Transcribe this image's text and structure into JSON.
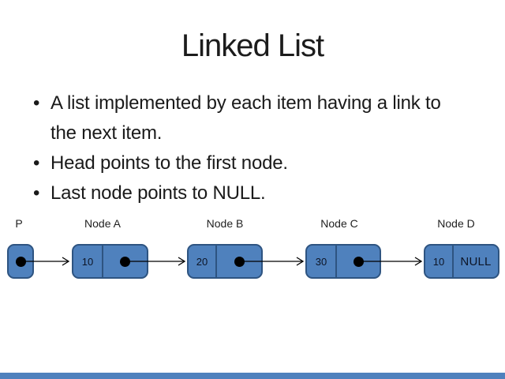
{
  "slide": {
    "title": "Linked List",
    "bullets": [
      "A list implemented by each item having a link to the next item.",
      "Head points to the first node.",
      "Last node points to NULL."
    ]
  },
  "diagram": {
    "pointer": {
      "label": "P"
    },
    "nodes": [
      {
        "label": "Node A",
        "value": "10"
      },
      {
        "label": "Node B",
        "value": "20"
      },
      {
        "label": "Node C",
        "value": "30"
      },
      {
        "label": "Node D",
        "value": "10",
        "next": "NULL"
      }
    ]
  },
  "colors": {
    "node_fill": "#4f81bd",
    "node_border": "#2e5481",
    "accent_bar": "#4f81bd",
    "arrow": "#000000",
    "text": "#1a1a1a"
  }
}
